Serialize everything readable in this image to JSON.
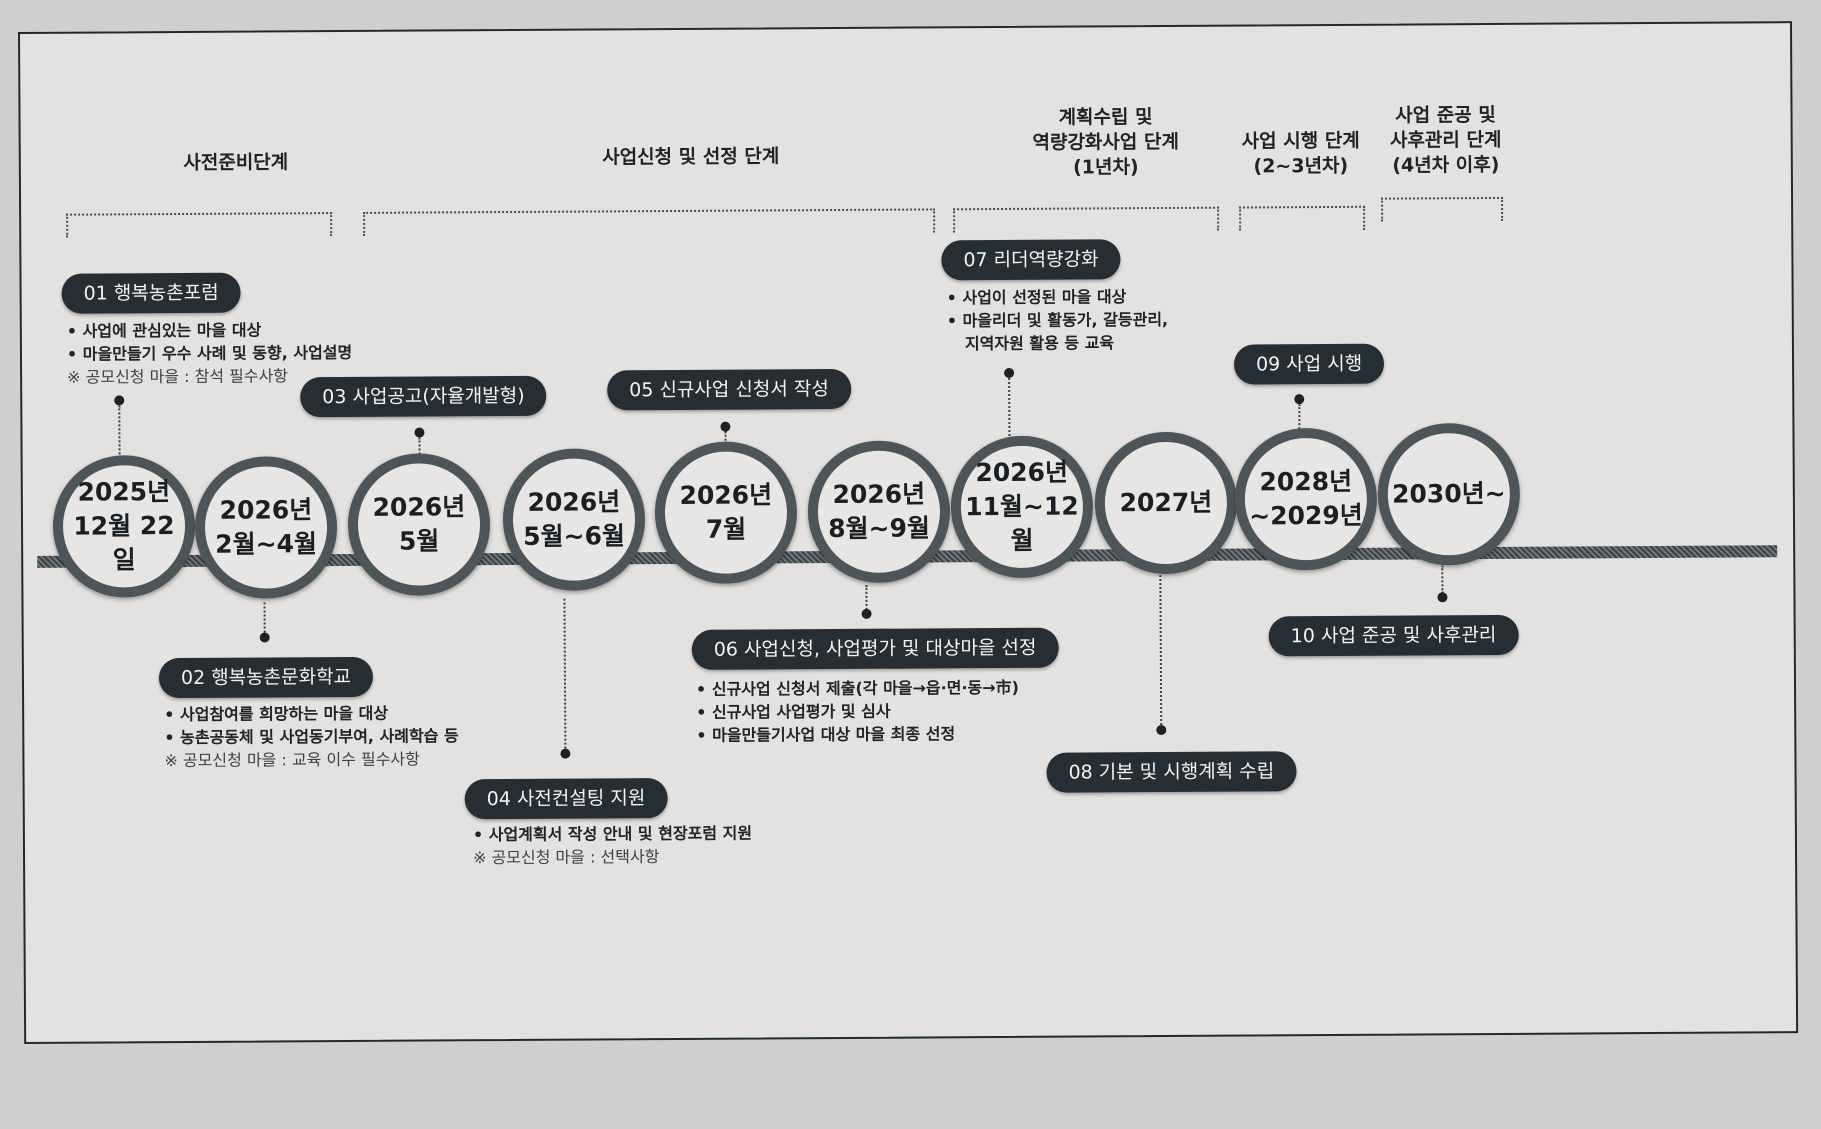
{
  "phases": [
    {
      "label": "사전준비단계"
    },
    {
      "label": "사업신청 및 선정 단계"
    },
    {
      "line1": "계획수립 및",
      "line2": "역량강화사업 단계",
      "line3": "(1년차)"
    },
    {
      "line1": "사업 시행 단계",
      "line2": "(2~3년차)"
    },
    {
      "line1": "사업 준공 및",
      "line2": "사후관리 단계",
      "line3": "(4년차 이후)"
    }
  ],
  "nodes": [
    {
      "line1": "2025년",
      "line2": "12월 22일"
    },
    {
      "line1": "2026년",
      "line2": "2월~4월"
    },
    {
      "line1": "2026년",
      "line2": "5월"
    },
    {
      "line1": "2026년",
      "line2": "5월~6월"
    },
    {
      "line1": "2026년",
      "line2": "7월"
    },
    {
      "line1": "2026년",
      "line2": "8월~9월"
    },
    {
      "line1": "2026년",
      "line2": "11월~12월"
    },
    {
      "line1": "2027년",
      "line2": ""
    },
    {
      "line1": "2028년",
      "line2": "~2029년"
    },
    {
      "line1": "2030년~",
      "line2": ""
    }
  ],
  "steps": [
    {
      "title": "01 행복농촌포럼",
      "bullets": [
        "사업에 관심있는 마을 대상",
        "마을만들기 우수 사례 및 동향, 사업설명"
      ],
      "note": "※ 공모신청 마을 : 참석 필수사항"
    },
    {
      "title": "02 행복농촌문화학교",
      "bullets": [
        "사업참여를 희망하는 마을 대상",
        "농촌공동체 및 사업동기부여, 사례학습 등"
      ],
      "note": "※ 공모신청 마을 : 교육 이수 필수사항"
    },
    {
      "title": "03 사업공고(자율개발형)"
    },
    {
      "title": "04 사전컨설팅 지원",
      "bullets": [
        "사업계획서 작성 안내 및 현장포럼 지원"
      ],
      "note": "※ 공모신청 마을 : 선택사항"
    },
    {
      "title": "05 신규사업 신청서 작성"
    },
    {
      "title": "06 사업신청, 사업평가 및 대상마을 선정",
      "bullets": [
        "신규사업 신청서 제출(각 마을→읍·면·동→市)",
        "신규사업 사업평가 및 심사",
        "마을만들기사업 대상 마을 최종 선정"
      ]
    },
    {
      "title": "07 리더역량강화",
      "bullets": [
        "사업이 선정된 마을 대상",
        "마을리더 및 활동가, 갈등관리,",
        "지역자원 활용 등 교육"
      ]
    },
    {
      "title": "08 기본 및 시행계획 수립"
    },
    {
      "title": "09 사업 시행"
    },
    {
      "title": "10 사업 준공 및 사후관리"
    }
  ],
  "colors": {
    "paper": "#e3e2e0",
    "pill": "#262d33",
    "ring": "#4d5558",
    "text": "#1d2226"
  }
}
